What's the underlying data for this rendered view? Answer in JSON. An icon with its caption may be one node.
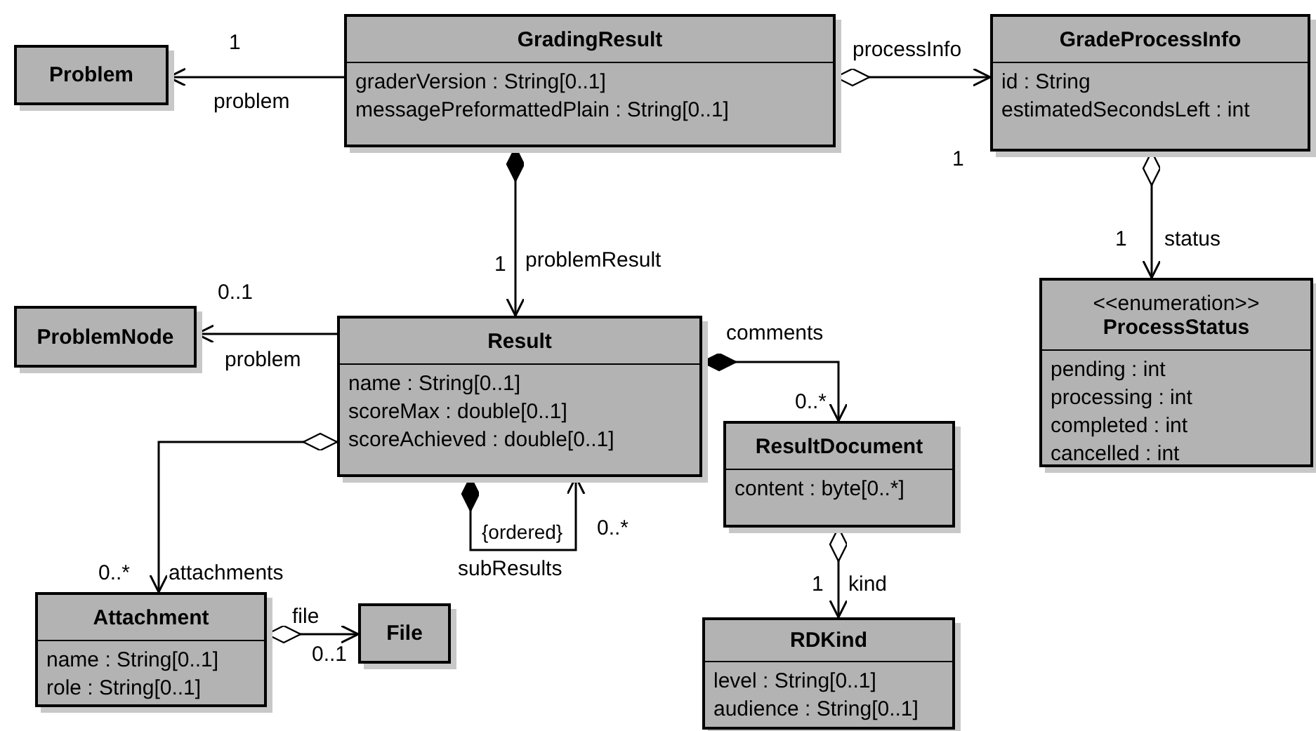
{
  "diagram": {
    "nodes": [
      {
        "text": [
          "Problem"
        ]
      },
      {
        "text": [
          "GradingResult",
          "graderVersion : String[0..1]",
          "messagePreformattedPlain : String[0..1]"
        ]
      },
      {
        "text": [
          "GradeProcessInfo",
          "id : String",
          "estimatedSecondsLeft : int"
        ]
      },
      {
        "text": [
          "ProblemNode"
        ]
      },
      {
        "text": [
          "Result",
          "name : String[0..1]",
          "scoreMax : double[0..1]",
          "scoreAchieved : double[0..1]"
        ]
      },
      {
        "text": [
          "<<enumeration>>",
          "ProcessStatus",
          "pending : int",
          "processing : int",
          "completed : int",
          "cancelled : int"
        ]
      },
      {
        "text": [
          "ResultDocument",
          "content : byte[0..*]"
        ]
      },
      {
        "text": [
          "Attachment",
          "name : String[0..1]",
          "role : String[0..1]"
        ]
      },
      {
        "text": [
          "File"
        ]
      },
      {
        "text": [
          "RDKind",
          "level : String[0..1]",
          "audience : String[0..1]"
        ]
      }
    ],
    "edges": [
      {
        "from": 1,
        "to": 0,
        "arrow": "to",
        "label": "problem"
      },
      {
        "from": 1,
        "to": 2,
        "arrow": "to",
        "label": "processInfo"
      },
      {
        "from": 1,
        "to": 4,
        "arrow": "to",
        "label": "problemResult"
      },
      {
        "from": 2,
        "to": 5,
        "arrow": "to",
        "label": "status"
      },
      {
        "from": 4,
        "to": 3,
        "arrow": "to",
        "label": "problem"
      },
      {
        "from": 4,
        "to": 6,
        "arrow": "to",
        "label": "comments"
      },
      {
        "from": 4,
        "to": 7,
        "arrow": "to",
        "label": "attachments"
      },
      {
        "from": 4,
        "to": 4,
        "arrow": "to",
        "label": "subResults"
      },
      {
        "from": 6,
        "to": 9,
        "arrow": "to",
        "label": "kind"
      },
      {
        "from": 7,
        "to": 8,
        "arrow": "to",
        "label": "file"
      }
    ],
    "labels": [
      "1",
      "1",
      "1",
      "1",
      "0..1",
      "0..*",
      "0..*",
      "{ordered}",
      "0..*",
      "1",
      "0..1"
    ]
  }
}
